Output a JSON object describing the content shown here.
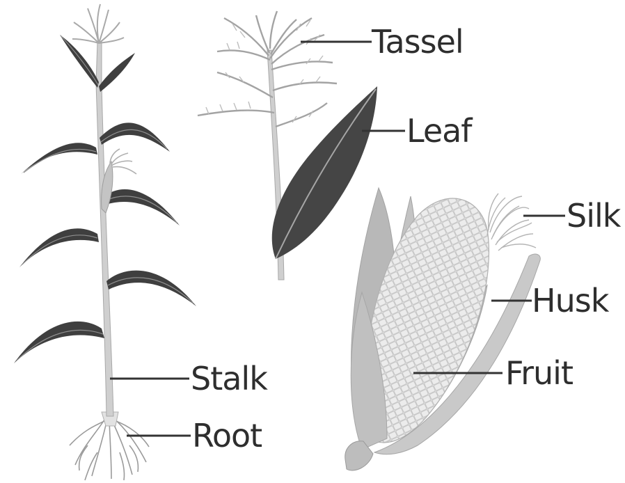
{
  "labels": {
    "tassel": "Tassel",
    "leaf": "Leaf",
    "silk": "Silk",
    "husk": "Husk",
    "fruit": "Fruit",
    "stalk": "Stalk",
    "root": "Root"
  },
  "colors": {
    "dark_leaf": "#3f3f3f",
    "stem": "#c6c6c6",
    "husk": "#b5b5b5",
    "cob": "#dcdcdc",
    "text": "#2e2e2e"
  }
}
